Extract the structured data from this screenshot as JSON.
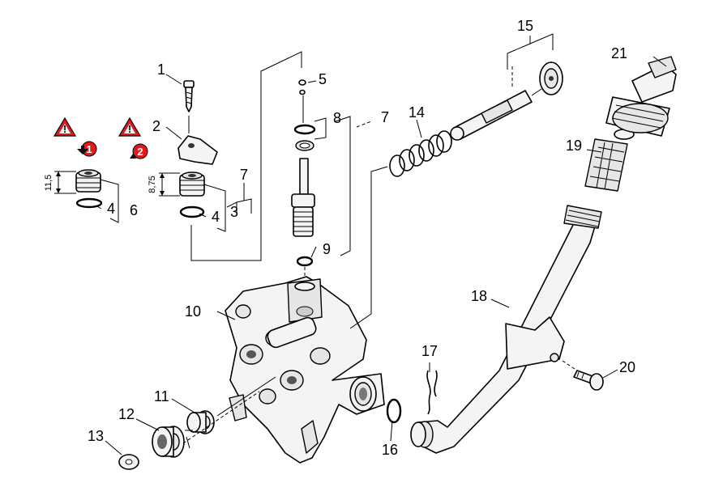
{
  "diagram": {
    "part_numbers": [
      "1",
      "2",
      "3",
      "4",
      "4",
      "5",
      "6",
      "7",
      "7",
      "8",
      "9",
      "10",
      "11",
      "12",
      "13",
      "14",
      "15",
      "16",
      "17",
      "18",
      "19",
      "20",
      "21"
    ],
    "dimensions": [
      "11,5",
      "8,75"
    ],
    "badges": [
      "1",
      "2"
    ],
    "warning_symbol": "!",
    "colors": {
      "badge": "#e01a1a",
      "warning": "#e01a1a",
      "line": "#000000"
    }
  }
}
